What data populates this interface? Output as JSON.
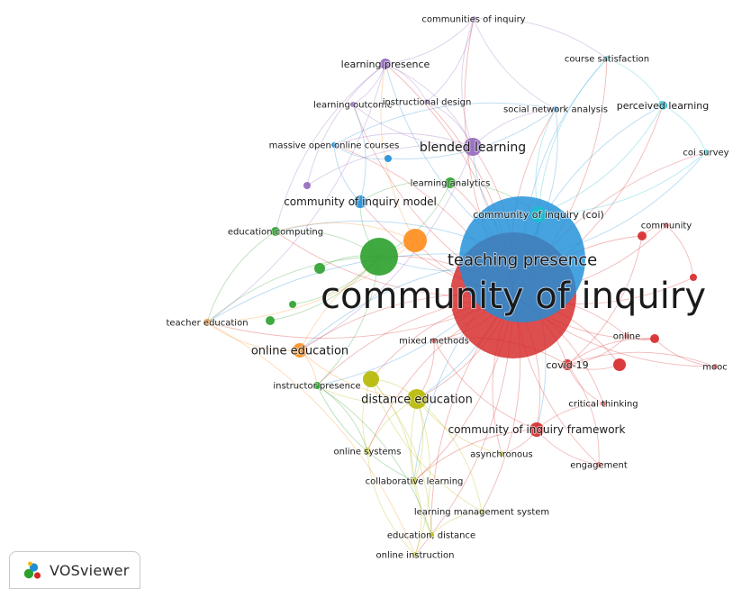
{
  "app": {
    "brand_label": "VOSviewer"
  },
  "colors": {
    "c1": "#d62728",
    "c2": "#2ca02c",
    "c3": "#1f8fd8",
    "c4": "#b5b800",
    "c5": "#9467bd",
    "c6": "#ff8c1a",
    "c7": "#17becf"
  },
  "nodes": [
    {
      "id": "n01",
      "label": "community of inquiry",
      "cluster": "c1",
      "weight": 10
    },
    {
      "id": "n02",
      "label": "teaching presence",
      "cluster": "c3",
      "weight": 6.5
    },
    {
      "id": "n03",
      "label": "blended learning",
      "cluster": "c5",
      "weight": 3
    },
    {
      "id": "n04",
      "label": "community of inquiry model",
      "cluster": "c3",
      "weight": 2
    },
    {
      "id": "n05",
      "label": "community of inquiry (coi)",
      "cluster": "c7",
      "weight": 2
    },
    {
      "id": "n06",
      "label": "distance education",
      "cluster": "c4",
      "weight": 2.6
    },
    {
      "id": "n07",
      "label": "online education",
      "cluster": "c6",
      "weight": 2
    },
    {
      "id": "n08",
      "label": "community of inquiry framework",
      "cluster": "c1",
      "weight": 2
    },
    {
      "id": "n09",
      "label": "learning presence",
      "cluster": "c5",
      "weight": 1.6
    },
    {
      "id": "n10",
      "label": "covid-19",
      "cluster": "c1",
      "weight": 1.6
    },
    {
      "id": "n11",
      "label": "perceived learning",
      "cluster": "c7",
      "weight": 1.3
    },
    {
      "id": "n12",
      "label": "education computing",
      "cluster": "c2",
      "weight": 1.2
    },
    {
      "id": "n13",
      "label": "instructor presence",
      "cluster": "c2",
      "weight": 1.1
    },
    {
      "id": "n14",
      "label": "teacher education",
      "cluster": "c6",
      "weight": 1.1
    },
    {
      "id": "n15",
      "label": "online systems",
      "cluster": "c4",
      "weight": 1.1
    },
    {
      "id": "n16",
      "label": "collaborative learning",
      "cluster": "c4",
      "weight": 1.1
    },
    {
      "id": "n17",
      "label": "learning analytics",
      "cluster": "c2",
      "weight": 1.1
    },
    {
      "id": "n18",
      "label": "social network analysis",
      "cluster": "c3",
      "weight": 1
    },
    {
      "id": "n19",
      "label": "massive open online courses",
      "cluster": "c3",
      "weight": 1
    },
    {
      "id": "n20",
      "label": "learning outcome",
      "cluster": "c5",
      "weight": 1
    },
    {
      "id": "n21",
      "label": "instructional design",
      "cluster": "c5",
      "weight": 1
    },
    {
      "id": "n22",
      "label": "communities of inquiry",
      "cluster": "c5",
      "weight": 1
    },
    {
      "id": "n23",
      "label": "course satisfaction",
      "cluster": "c7",
      "weight": 1
    },
    {
      "id": "n24",
      "label": "coi survey",
      "cluster": "c7",
      "weight": 1
    },
    {
      "id": "n25",
      "label": "community",
      "cluster": "c1",
      "weight": 1
    },
    {
      "id": "n26",
      "label": "online",
      "cluster": "c1",
      "weight": 1
    },
    {
      "id": "n27",
      "label": "mooc",
      "cluster": "c1",
      "weight": 1
    },
    {
      "id": "n28",
      "label": "critical thinking",
      "cluster": "c1",
      "weight": 1
    },
    {
      "id": "n29",
      "label": "engagement",
      "cluster": "c1",
      "weight": 1
    },
    {
      "id": "n30",
      "label": "mixed methods",
      "cluster": "c1",
      "weight": 1
    },
    {
      "id": "n31",
      "label": "asynchronous",
      "cluster": "c4",
      "weight": 1
    },
    {
      "id": "n32",
      "label": "learning management system",
      "cluster": "c4",
      "weight": 1
    },
    {
      "id": "n33",
      "label": "education, distance",
      "cluster": "c4",
      "weight": 1
    },
    {
      "id": "n34",
      "label": "online instruction",
      "cluster": "c4",
      "weight": 1
    },
    {
      "id": "n35",
      "label": "",
      "cluster": "c2",
      "weight": 3
    },
    {
      "id": "n36",
      "label": "",
      "cluster": "c6",
      "weight": 1.8
    },
    {
      "id": "n37",
      "label": "",
      "cluster": "c4",
      "weight": 1.6
    },
    {
      "id": "n38",
      "label": "",
      "cluster": "c2",
      "weight": 1
    },
    {
      "id": "n39",
      "label": "",
      "cluster": "c2",
      "weight": 1
    },
    {
      "id": "n40",
      "label": "",
      "cluster": "c1",
      "weight": 1.2
    },
    {
      "id": "n41",
      "label": "",
      "cluster": "c1",
      "weight": 1
    },
    {
      "id": "n42",
      "label": "",
      "cluster": "c1",
      "weight": 1
    },
    {
      "id": "n43",
      "label": "",
      "cluster": "c1",
      "weight": 1
    },
    {
      "id": "n44",
      "label": "",
      "cluster": "c5",
      "weight": 1
    },
    {
      "id": "n45",
      "label": "",
      "cluster": "c3",
      "weight": 1
    },
    {
      "id": "n46",
      "label": "",
      "cluster": "c2",
      "weight": 1
    }
  ],
  "edges": [
    [
      "n01",
      "n02"
    ],
    [
      "n01",
      "n03"
    ],
    [
      "n01",
      "n04"
    ],
    [
      "n01",
      "n05"
    ],
    [
      "n01",
      "n06"
    ],
    [
      "n01",
      "n07"
    ],
    [
      "n01",
      "n08"
    ],
    [
      "n01",
      "n09"
    ],
    [
      "n01",
      "n10"
    ],
    [
      "n01",
      "n11"
    ],
    [
      "n01",
      "n12"
    ],
    [
      "n01",
      "n13"
    ],
    [
      "n01",
      "n14"
    ],
    [
      "n01",
      "n15"
    ],
    [
      "n01",
      "n16"
    ],
    [
      "n01",
      "n17"
    ],
    [
      "n01",
      "n18"
    ],
    [
      "n01",
      "n19"
    ],
    [
      "n01",
      "n20"
    ],
    [
      "n01",
      "n21"
    ],
    [
      "n01",
      "n22"
    ],
    [
      "n01",
      "n23"
    ],
    [
      "n01",
      "n24"
    ],
    [
      "n01",
      "n25"
    ],
    [
      "n01",
      "n26"
    ],
    [
      "n01",
      "n27"
    ],
    [
      "n01",
      "n28"
    ],
    [
      "n01",
      "n29"
    ],
    [
      "n01",
      "n30"
    ],
    [
      "n01",
      "n31"
    ],
    [
      "n01",
      "n32"
    ],
    [
      "n01",
      "n33"
    ],
    [
      "n01",
      "n34"
    ],
    [
      "n01",
      "n35"
    ],
    [
      "n01",
      "n36"
    ],
    [
      "n01",
      "n37"
    ],
    [
      "n01",
      "n40"
    ],
    [
      "n01",
      "n41"
    ],
    [
      "n01",
      "n42"
    ],
    [
      "n01",
      "n43"
    ],
    [
      "n02",
      "n03"
    ],
    [
      "n02",
      "n05"
    ],
    [
      "n02",
      "n06"
    ],
    [
      "n02",
      "n07"
    ],
    [
      "n02",
      "n11"
    ],
    [
      "n02",
      "n12"
    ],
    [
      "n02",
      "n13"
    ],
    [
      "n02",
      "n16"
    ],
    [
      "n02",
      "n23"
    ],
    [
      "n02",
      "n24"
    ],
    [
      "n02",
      "n35"
    ],
    [
      "n02",
      "n14"
    ],
    [
      "n02",
      "n09"
    ],
    [
      "n02",
      "n18"
    ],
    [
      "n02",
      "n08"
    ],
    [
      "n03",
      "n09"
    ],
    [
      "n03",
      "n20"
    ],
    [
      "n03",
      "n21"
    ],
    [
      "n03",
      "n22"
    ],
    [
      "n03",
      "n19"
    ],
    [
      "n03",
      "n18"
    ],
    [
      "n03",
      "n44"
    ],
    [
      "n03",
      "n07"
    ],
    [
      "n05",
      "n11"
    ],
    [
      "n05",
      "n23"
    ],
    [
      "n05",
      "n24"
    ],
    [
      "n05",
      "n18"
    ],
    [
      "n35",
      "n12"
    ],
    [
      "n35",
      "n13"
    ],
    [
      "n35",
      "n38"
    ],
    [
      "n35",
      "n39"
    ],
    [
      "n35",
      "n17"
    ],
    [
      "n35",
      "n04"
    ],
    [
      "n35",
      "n14"
    ],
    [
      "n35",
      "n46"
    ],
    [
      "n06",
      "n15"
    ],
    [
      "n06",
      "n16"
    ],
    [
      "n06",
      "n31"
    ],
    [
      "n06",
      "n32"
    ],
    [
      "n06",
      "n33"
    ],
    [
      "n06",
      "n34"
    ],
    [
      "n06",
      "n37"
    ],
    [
      "n06",
      "n13"
    ],
    [
      "n37",
      "n15"
    ],
    [
      "n37",
      "n16"
    ],
    [
      "n37",
      "n32"
    ],
    [
      "n37",
      "n33"
    ],
    [
      "n36",
      "n12"
    ],
    [
      "n36",
      "n14"
    ],
    [
      "n36",
      "n07"
    ],
    [
      "n36",
      "n09"
    ],
    [
      "n10",
      "n26"
    ],
    [
      "n10",
      "n27"
    ],
    [
      "n10",
      "n28"
    ],
    [
      "n10",
      "n29"
    ],
    [
      "n10",
      "n40"
    ],
    [
      "n10",
      "n41"
    ],
    [
      "n10",
      "n42"
    ],
    [
      "n08",
      "n28"
    ],
    [
      "n08",
      "n29"
    ],
    [
      "n08",
      "n31"
    ],
    [
      "n08",
      "n16"
    ],
    [
      "n09",
      "n20"
    ],
    [
      "n09",
      "n22"
    ],
    [
      "n09",
      "n21"
    ],
    [
      "n09",
      "n44"
    ],
    [
      "n09",
      "n14"
    ],
    [
      "n09",
      "n12"
    ],
    [
      "n22",
      "n21"
    ],
    [
      "n22",
      "n18"
    ],
    [
      "n22",
      "n23"
    ],
    [
      "n11",
      "n23"
    ],
    [
      "n11",
      "n24"
    ],
    [
      "n18",
      "n19"
    ],
    [
      "n18",
      "n45"
    ],
    [
      "n19",
      "n45"
    ],
    [
      "n25",
      "n43"
    ],
    [
      "n25",
      "n42"
    ],
    [
      "n27",
      "n41"
    ],
    [
      "n26",
      "n41"
    ],
    [
      "n13",
      "n15"
    ],
    [
      "n13",
      "n16"
    ],
    [
      "n13",
      "n33"
    ],
    [
      "n14",
      "n07"
    ],
    [
      "n14",
      "n34"
    ],
    [
      "n12",
      "n14"
    ],
    [
      "n30",
      "n06"
    ],
    [
      "n30",
      "n08"
    ],
    [
      "n30",
      "n10"
    ],
    [
      "n17",
      "n04"
    ],
    [
      "n17",
      "n05"
    ],
    [
      "n15",
      "n34"
    ],
    [
      "n16",
      "n34"
    ],
    [
      "n32",
      "n33"
    ],
    [
      "n07",
      "n13"
    ],
    [
      "n07",
      "n06"
    ],
    [
      "n04",
      "n19"
    ],
    [
      "n04",
      "n20"
    ]
  ]
}
